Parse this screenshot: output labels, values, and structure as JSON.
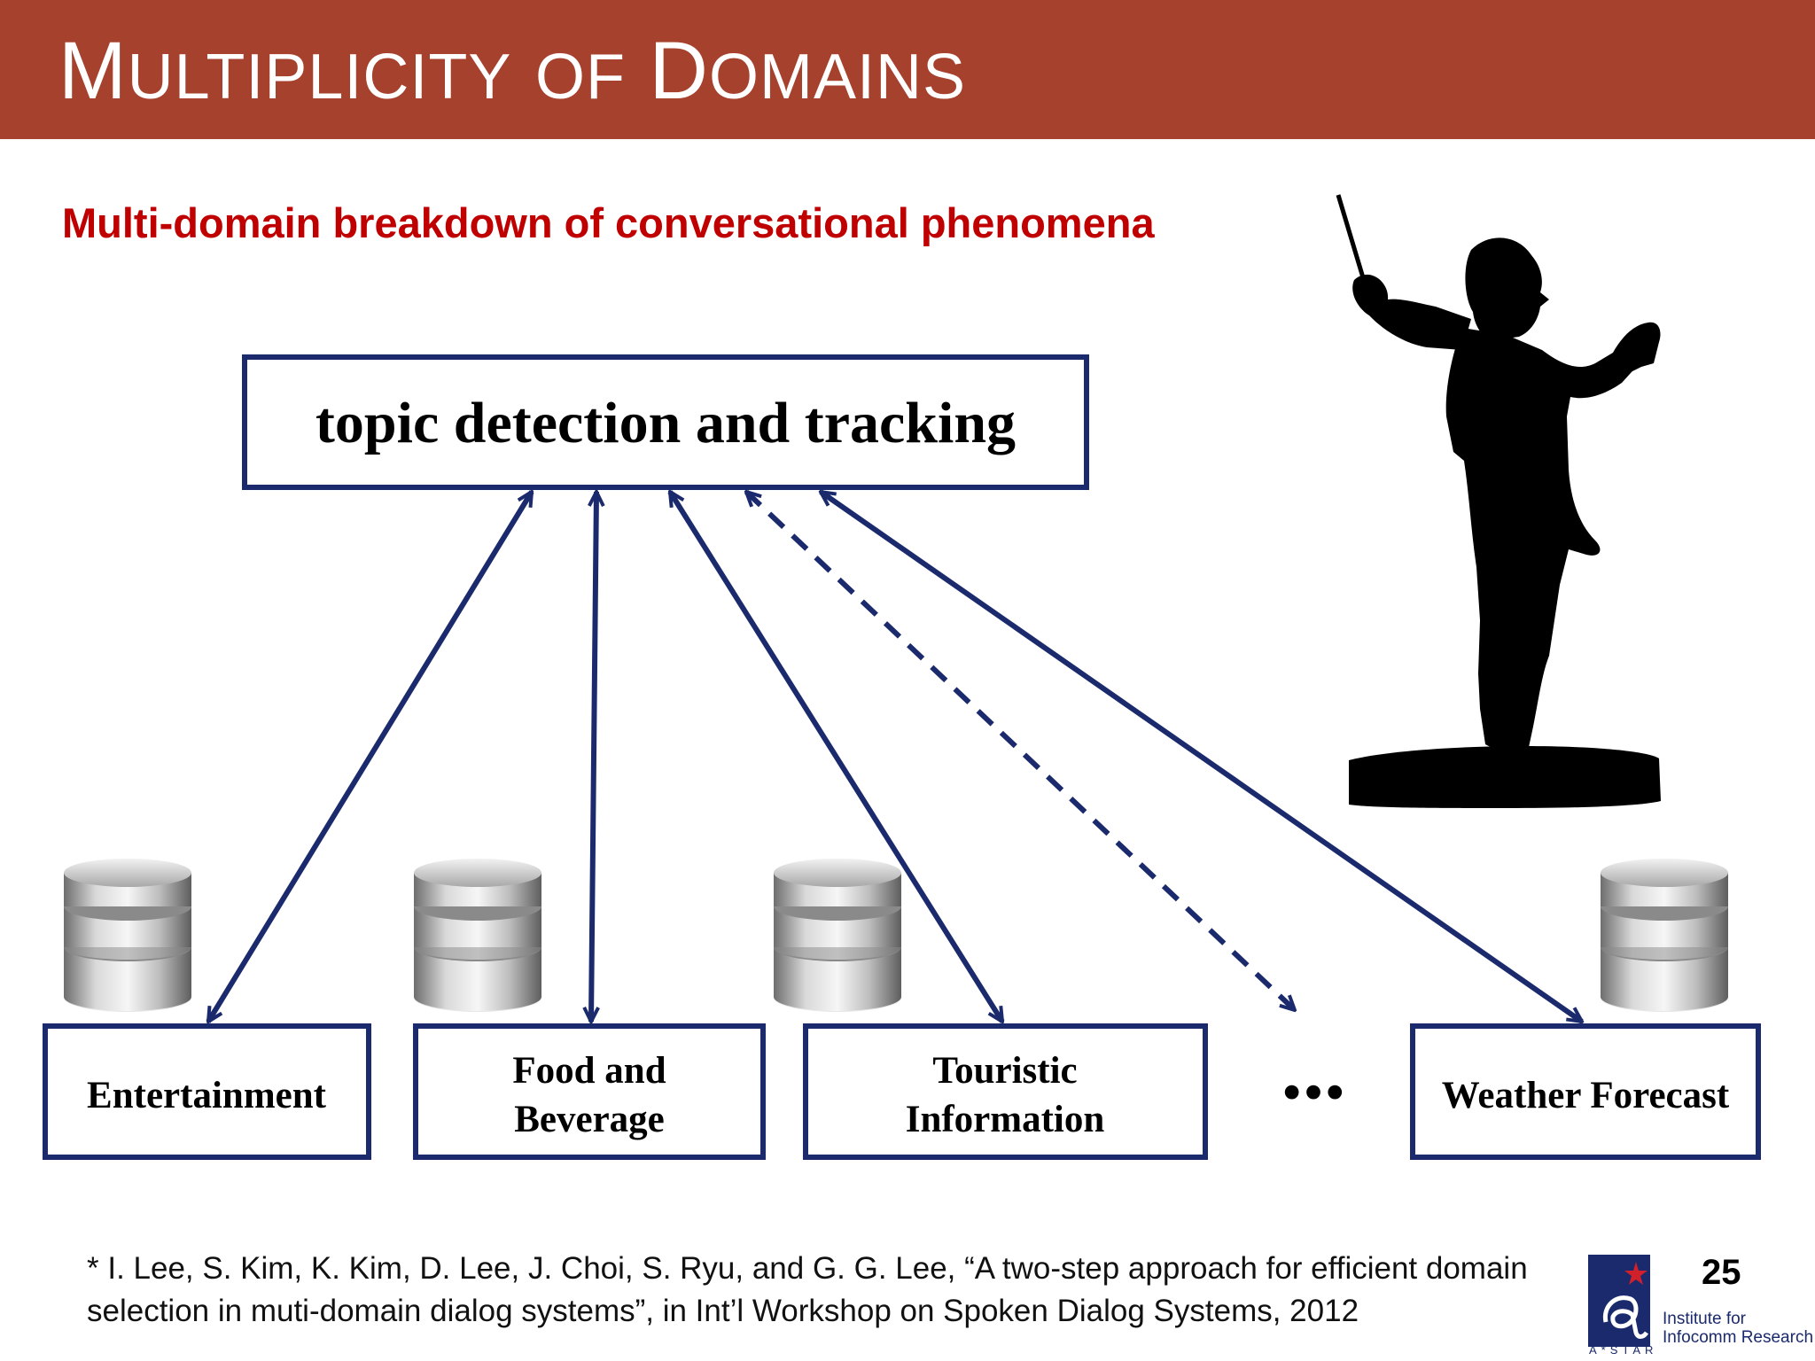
{
  "slide": {
    "title": "Multiplicity of Domains",
    "title_parts": {
      "m": "M",
      "ultiplicity": "ULTIPLICITY",
      "of": "OF",
      "d": "D",
      "omains": "OMAINS"
    },
    "subtitle": "Multi-domain breakdown of conversational phenomena",
    "page_number": "25"
  },
  "diagram": {
    "top_box": "topic detection and tracking",
    "domains": [
      {
        "label_lines": [
          "Entertainment"
        ]
      },
      {
        "label_lines": [
          "Food and",
          "Beverage"
        ]
      },
      {
        "label_lines": [
          "Touristic",
          "Information"
        ]
      },
      {
        "label_lines": [
          "Weather Forecast"
        ]
      }
    ],
    "ellipsis": "•••",
    "colors": {
      "box_border": "#1a2a6c",
      "arrow": "#1a2a6c",
      "header": "#a5412c",
      "subtitle": "#c00000"
    }
  },
  "footnote": {
    "line1": "* I. Lee, S. Kim, K. Kim, D. Lee, J. Choi, S. Ryu, and G. G. Lee, “A two-step approach for efficient domain",
    "line2": "selection in muti-domain dialog systems”, in Int’l Workshop on Spoken Dialog Systems, 2012"
  },
  "logo": {
    "line1": "Institute for",
    "line2": "Infocomm Research",
    "sub": "A*STAR"
  },
  "icons": [
    "database-icon",
    "conductor-silhouette",
    "astar-logo"
  ]
}
